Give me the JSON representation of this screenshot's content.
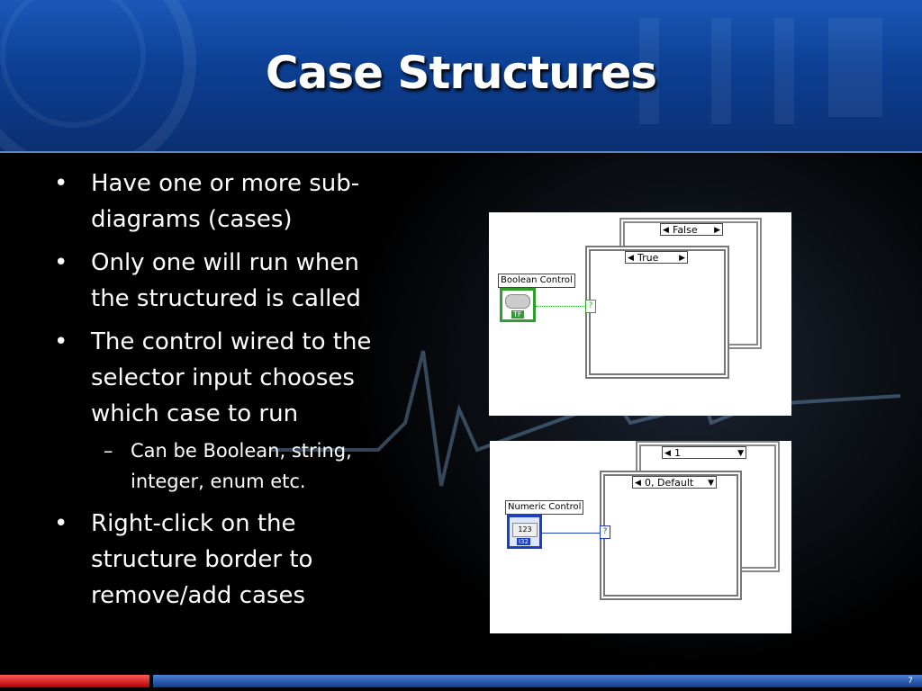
{
  "slide": {
    "title": "Case Structures",
    "page_number": "7"
  },
  "bullets": [
    {
      "text": "Have one or more sub-diagrams (cases)",
      "line1": "Have one or more sub-",
      "line2": "diagrams (cases)"
    },
    {
      "text": "Only one will run when the structured is called",
      "line1": "Only one will run when",
      "line2": "the structured is called"
    },
    {
      "text": "The control wired to the selector input chooses which case to run",
      "line1": "The control wired to the",
      "line2": "selector input chooses",
      "line3": "which case to run"
    },
    {
      "sub": true,
      "text": "Can be Boolean, string, integer, enum etc.",
      "line1": "Can be Boolean, string,",
      "line2": "integer, enum etc."
    },
    {
      "text": "Right-click on the structure border to remove/add cases",
      "line1": "Right-click on the",
      "line2": "structure border to",
      "line3": "remove/add cases"
    }
  ],
  "bullet_symbol": "•",
  "sub_bullet_symbol": "–",
  "diagram_boolean": {
    "control_label": "Boolean Control",
    "back_case": "False",
    "front_case": "True",
    "selector": "?",
    "terminal_text": "TF",
    "wire_color": "#2e9e2e"
  },
  "diagram_numeric": {
    "control_label": "Numeric Control",
    "back_case": "1",
    "front_case": "0, Default",
    "selector": "?",
    "terminal_text": "123",
    "terminal_type": "I32",
    "wire_color": "#1e3fbf"
  },
  "colors": {
    "header": "#0c3f93",
    "footer_red": "#d40000",
    "footer_blue": "#1d4fa8"
  }
}
